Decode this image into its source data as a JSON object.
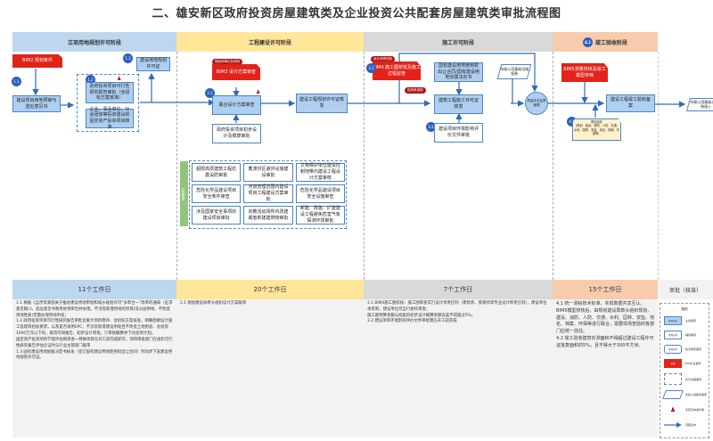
{
  "title": "二、雄安新区政府投资房屋建筑类及企业投资公共配套房屋建筑类审批流程图",
  "phases": [
    {
      "label": "立项用地规划许可阶段",
      "color": "#bdd7ee"
    },
    {
      "label": "工程建设许可阶段",
      "color": "#ffe699"
    },
    {
      "label": "施工许可阶段",
      "color": "#d9d9d9"
    },
    {
      "label": "竣工验收阶段",
      "color": "#f8cbad",
      "badge": "4.1"
    }
  ],
  "phase1": {
    "bim": "BIM2 规划条件",
    "step_1_1": "1.1",
    "step_1_2": "1.2",
    "step_1_3": "1.3",
    "box_site": "建设项目用地预审与选址意见书",
    "box_feasibility": "政府投资项目可行性研究报告审批（含招标方案核准）",
    "box_enterprise": "企业、事业单位、社会团体等投资建设的固定资产投资项目核准",
    "box_permit": "建设用地规划许可证"
  },
  "phase2": {
    "tag": "规划师单位负责制",
    "bim": "BIM3 设计方案审查",
    "step_2_1": "2.1",
    "box_joint": "联合设计方案审查",
    "box_prelim": "政府投资项目初步设计及概算审批",
    "box_permit": "建设工程规划许可证核发",
    "side_label": "方案联审",
    "grid": [
      "超限高层建筑工程抗震设防审批",
      "蓄滞洪区避洪设施建设审批",
      "文物保护单位建设控制地带内建设工程设计方案审核",
      "危险化学品建设项目安全条件审查",
      "河道管理范围内建设项目工程建设方案审批",
      "危险化学品建设项目安全设施审查",
      "涉及国家安全事项的建设项目审批",
      "宗教活动场所内改建或者新建建筑物审批",
      "新建、改建、扩建建设工程避免危害气象探测环境审批"
    ]
  },
  "phase3": {
    "tag1": "设计师责任制",
    "bim": "BIM4 施工图校核及施工过程监管",
    "tag2": "告知承诺制",
    "step_3_1": "3.1",
    "step_3_2": "3.2",
    "box_land": "国有建设用地使用权出让合同/国有建设用地划拨决定书",
    "box_utility": "市政公用基础设施报装",
    "box_permit": "建筑工程施工许可证核发",
    "box_env": "建设项目环境影响评价文件审批",
    "circle": "质量安全监督管理"
  },
  "phase4": {
    "bim": "BIM5测量校核及竣工模型存档",
    "box_accept": "建设工程竣工验收备案",
    "step_4_1": "4.1",
    "joint_title": "联合验收",
    "joint_body": "（规划、建设、消防、人防、交通、水利、园林、安监、地名、档案、环保等）",
    "box_utility": "市政公用基础设施报装接入"
  },
  "footer": [
    {
      "days": "11个工作日",
      "color": "#bdd7ee",
      "text": [
        "1.1 根据《自然资源部关于推进建设用地审批和城乡规划许可“多审合一”改革的通知（征求意见稿）》，选址意见书和用地预审合并办理。不涉及新增用地的项目(非分层供地、不改变用地性质)无需办理用地手续；",
        "1.2 政府投资项目可行性研究报告审批含重大项目稳评、含招标方案核准，明确勘察设计施工监理等招标要求，以及是否采用EPC；不涉及新增建设用地且不改变土地用途、总投资1000万元以下的，取消可研报告、初步设计审批，只审核概算并下达投资计划。",
        "固定资产投资项目节能评估和审查一特殊项目在开工前完成即可，项目审批部门在组织可行性研究报告评估论证时与行业主管部门联审",
        "1.3 国有建设用地划拨决定书核发（签订国有建设用地使用权出让合同）时同步下发建设用地规划许可证。"
      ]
    },
    {
      "days": "20个工作日",
      "color": "#ffe699",
      "text": [
        "2.1 规划建设局牵头组织设计方案联审"
      ]
    },
    {
      "days": "7个工作日",
      "color": "#d9d9d9",
      "text": [
        "3.1 BIM4施工图校核：施工图审查实行设计师责任制（建筑师、景观师等专业设计师责任制），建设单位承诺制，建设单位可自行委托审查；",
        "施工图预算金额与批复的初步设计概算金额误差不得超过5%；",
        "3.2 建设项目环境影响评价文件审批需在开工前完成"
      ]
    },
    {
      "days": "15个工作日",
      "color": "#f8cbad",
      "text": [
        "4.1 统一测绘技术标准，实现数据共享互认。BIM5模型校核后，由规划建设局牵头组织规划、建设、消防、人防、交通、水利、园林、安监、地名、档案、环保等进行联合，需要现场查验的各部门应统一前往。",
        "4.2 竣工验收建筑实测面积不得超过建设工程许可证批复面积的5%，且不得大于300平方米。"
      ]
    }
  ],
  "legend": {
    "header": "审批（核准）",
    "title": "图例",
    "items": [
      {
        "shape": "事项名称",
        "label": "主线事项"
      },
      {
        "shape": "事项名称",
        "label": "辅线事项"
      },
      {
        "shape": "事项名称",
        "label": "技术审查事项"
      },
      {
        "shape": "名称",
        "label": "BIM平台事项"
      },
      {
        "shape": "",
        "label": "并行办理事项"
      },
      {
        "shape": "",
        "label": "市政公用服务事项"
      },
      {
        "shape": "",
        "label": "专家咨询或评审"
      },
      {
        "shape": "",
        "label": "流程走向"
      }
    ]
  }
}
